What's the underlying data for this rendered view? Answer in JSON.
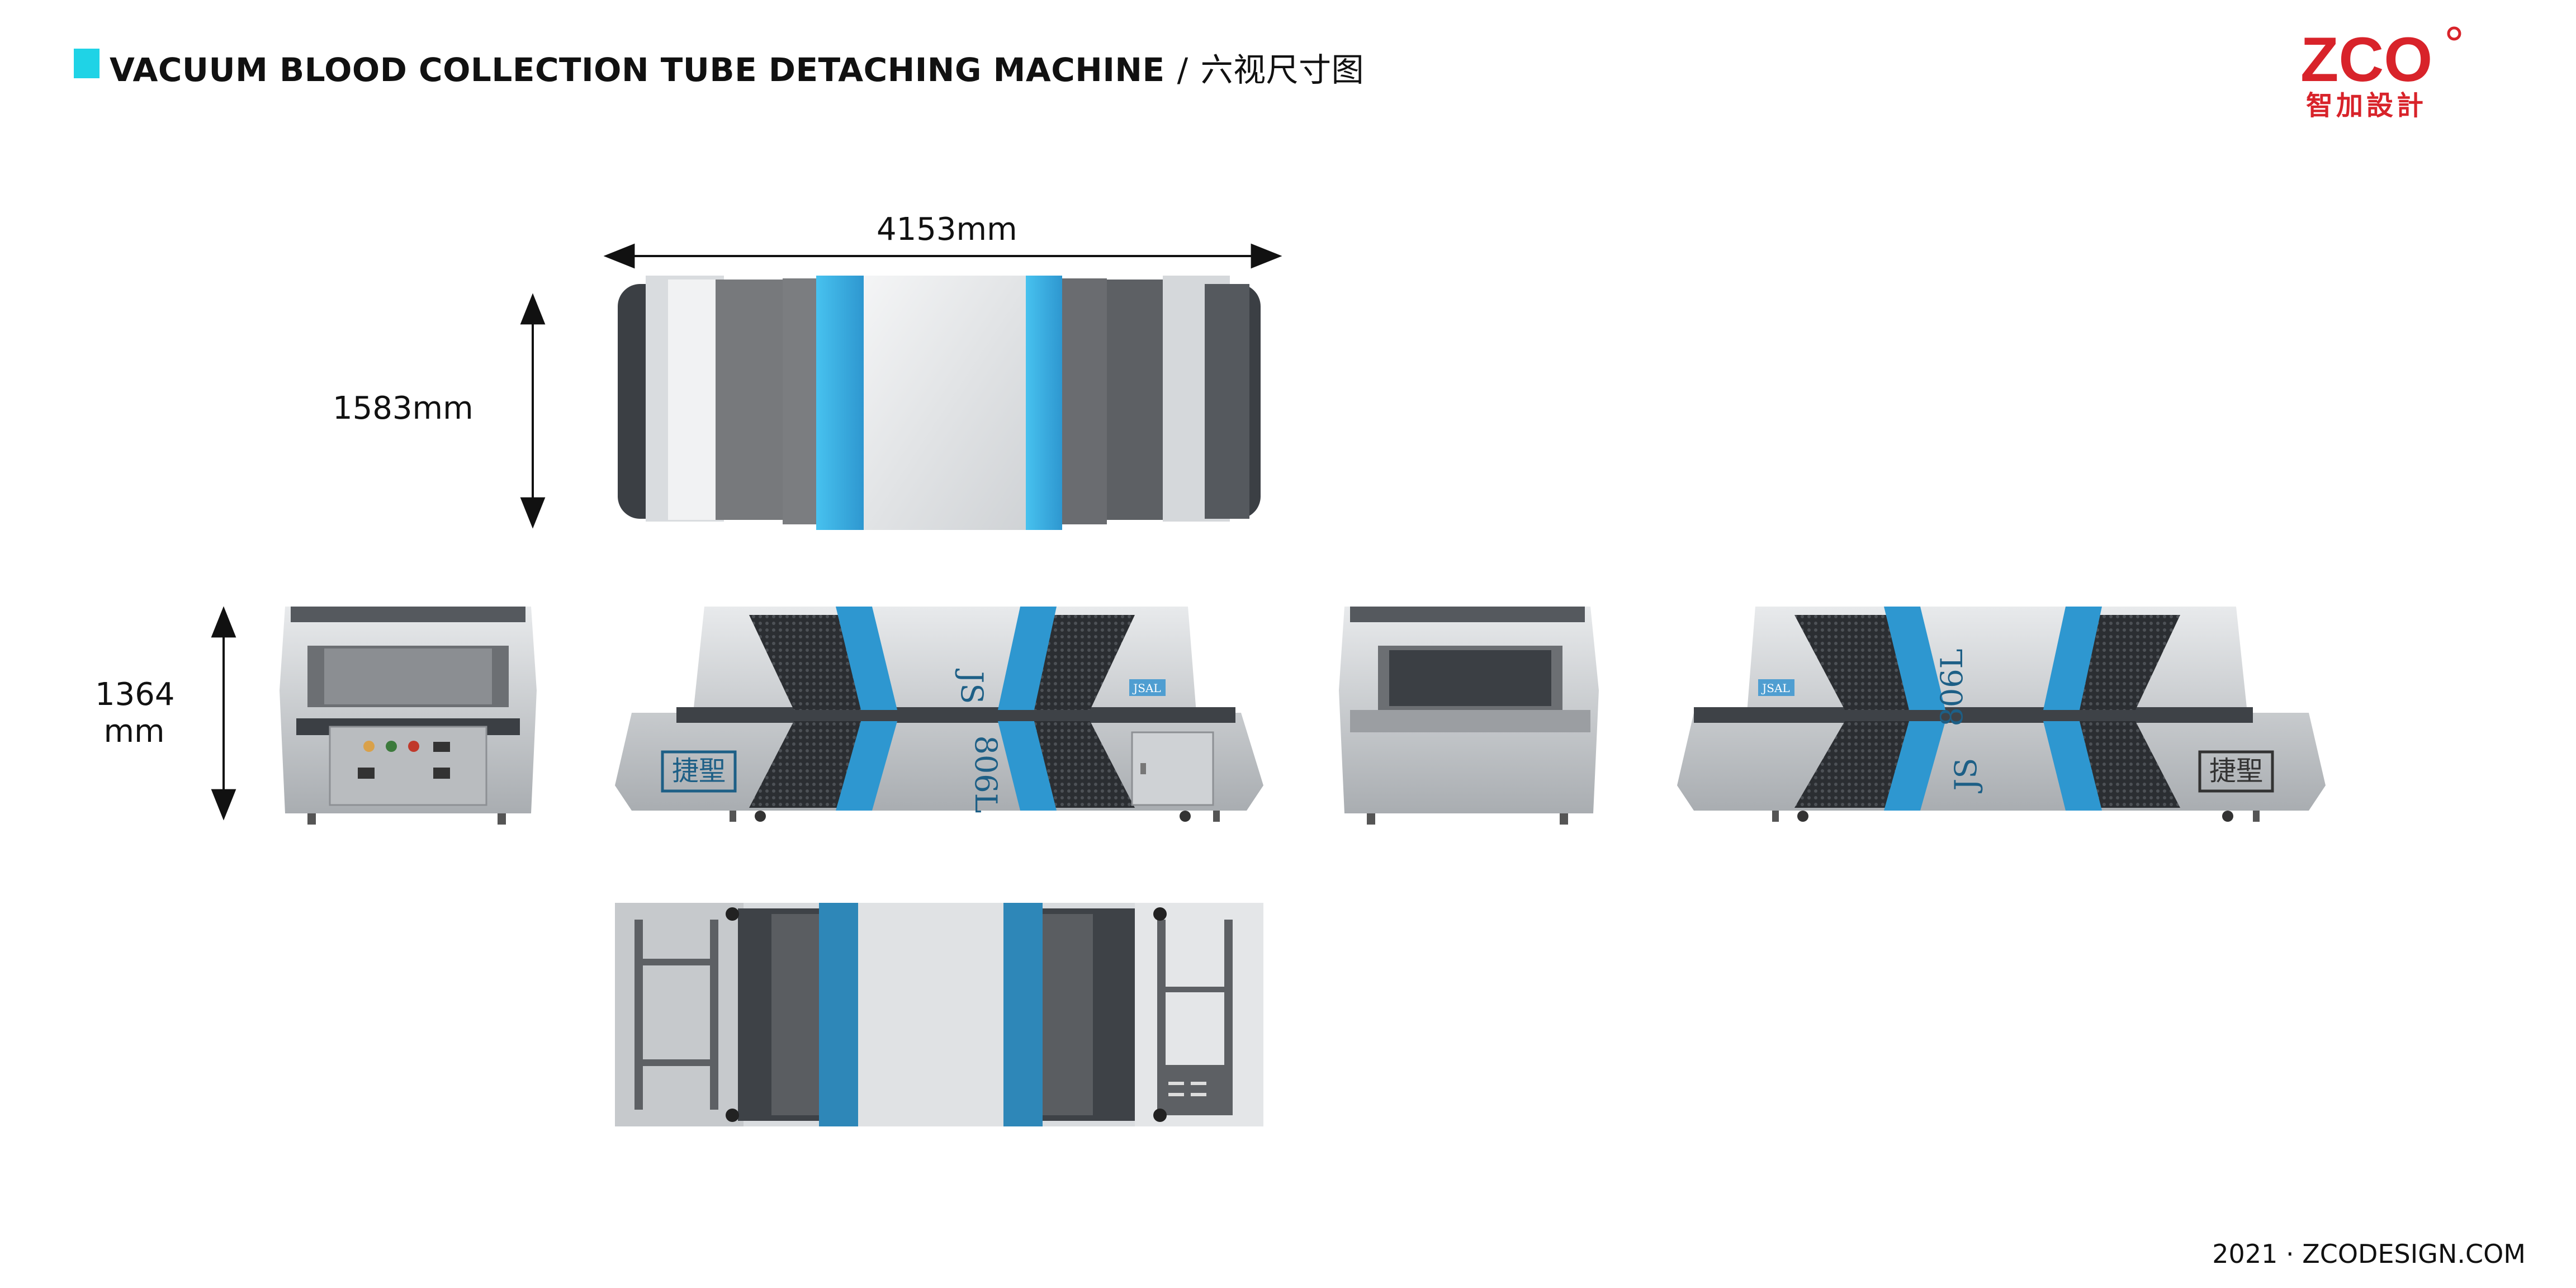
{
  "header": {
    "title_en": "VACUUM BLOOD COLLECTION TUBE DETACHING MACHINE",
    "separator": "/",
    "title_cn": "六视尺寸图"
  },
  "brand": {
    "logo_text": "ZCO",
    "logo_cn": "智加設計",
    "accent_color": "#d8232a",
    "marker_color": "#1fd3e6"
  },
  "dimensions": {
    "length": "4153mm",
    "width": "1583mm",
    "height_value": "1364",
    "height_unit": "mm"
  },
  "machine": {
    "badge_cn": "捷聖",
    "model_left": "JS",
    "model_right": "806L",
    "plate": "JSAL",
    "stripe_color": "#2e97d0",
    "body_color": "#e6e8ea"
  },
  "footer": {
    "text": "2021 · ZCODESIGN.COM"
  }
}
